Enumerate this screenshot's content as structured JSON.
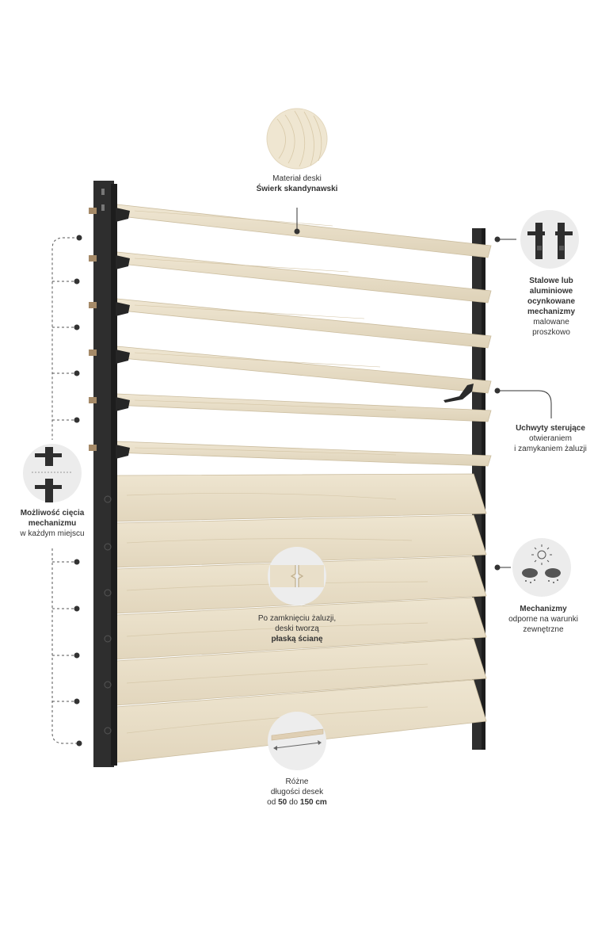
{
  "top_label": {
    "line1": "Materiał deski",
    "line2": "Świerk skandynawski"
  },
  "right_top_label": {
    "bold1": "Stalowe lub",
    "bold2": "aluminiowe",
    "bold3": "ocynkowane",
    "bold4": "mechanizmy",
    "line5": "malowane",
    "line6": "proszkowo"
  },
  "right_mid_label": {
    "bold": "Uchwyty sterujące",
    "line2": "otwieraniem",
    "line3": "i zamykaniem żaluzji"
  },
  "right_bottom_label": {
    "bold": "Mechanizmy",
    "line2": "odporne na warunki",
    "line3": "zewnętrzne"
  },
  "left_label": {
    "bold1": "Możliwość cięcia",
    "bold2": "mechanizmu",
    "line3": "w każdym miejscu"
  },
  "center_label": {
    "line1": "Po zamknięciu żaluzji,",
    "line2": "deski tworzą",
    "bold": "płaską ścianę"
  },
  "bottom_label": {
    "line1": "Różne",
    "line2": "długości desek",
    "prefix": "od",
    "min": "50",
    "mid": "do",
    "max": "150 cm"
  },
  "colors": {
    "wood": "#e9dfc9",
    "wood_dark": "#cfc0a2",
    "frame": "#2b2b2b",
    "bubble": "#ebebeb",
    "dot": "#333333"
  },
  "icons": [
    "wood-texture-icon",
    "bracket-mechanism-icon",
    "weather-icon",
    "cut-mechanism-icon",
    "board-joint-icon",
    "board-length-icon"
  ]
}
